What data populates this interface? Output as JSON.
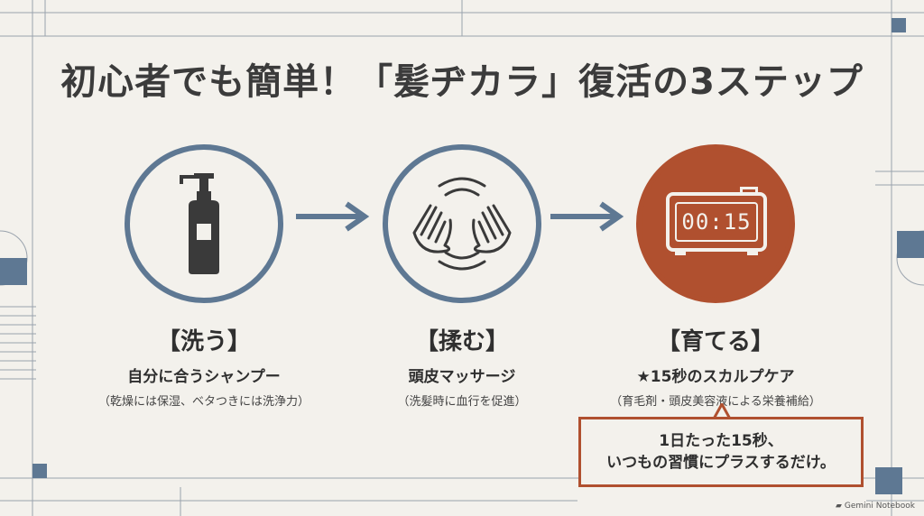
{
  "title": "初心者でも簡単！「髪ヂカラ」復活の3ステップ",
  "steps": [
    {
      "label": "【洗う】",
      "sub": "自分に合うシャンプー",
      "note": "（乾燥には保湿、ベタつきには洗浄力）",
      "icon": "shampoo-bottle-icon"
    },
    {
      "label": "【揉む】",
      "sub": "頭皮マッサージ",
      "note": "（洗髪時に血行を促進）",
      "icon": "massage-hands-icon"
    },
    {
      "label": "【育てる】",
      "sub": "★15秒のスカルプケア",
      "note": "（育毛剤・頭皮美容液による栄養補給）",
      "icon": "alarm-clock-icon",
      "clock": "00:15"
    }
  ],
  "callout": {
    "line1": "1日たった15秒、",
    "line2": "いつもの習慣にプラスするだけ。"
  },
  "brand": "Gemini Notebook",
  "colors": {
    "accent_blue": "#5e7893",
    "accent_rust": "#b0502f",
    "background": "#f3f1ec"
  }
}
